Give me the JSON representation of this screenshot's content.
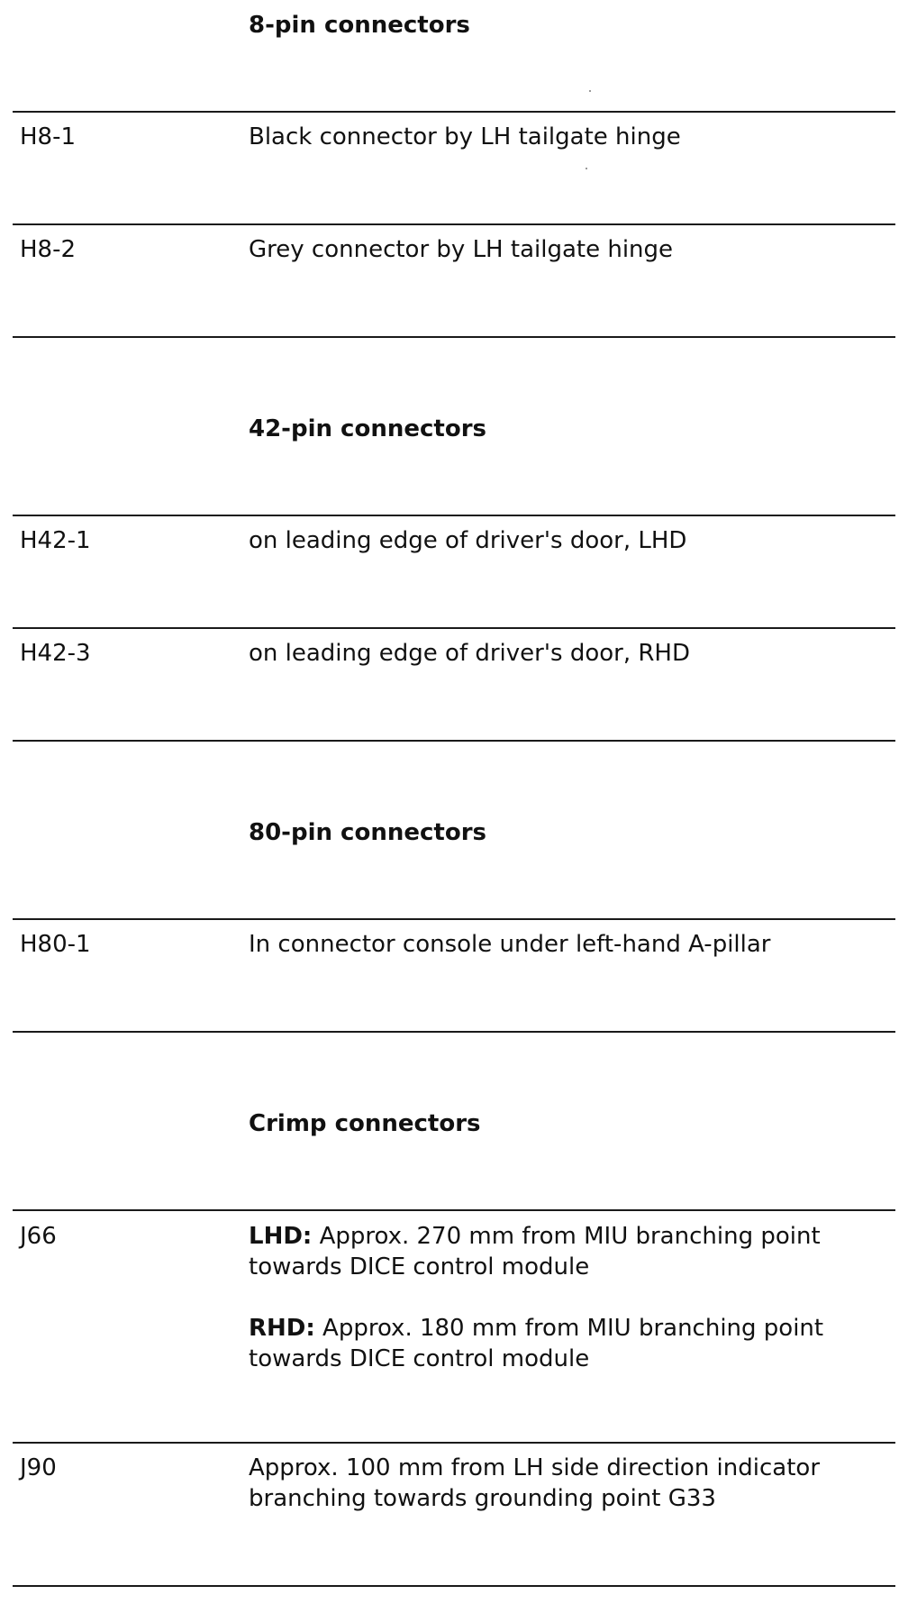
{
  "sections": [
    {
      "title": "8-pin connectors",
      "rows": [
        {
          "code": "H8-1",
          "description": "Black connector by LH tailgate hinge"
        },
        {
          "code": "H8-2",
          "description": "Grey connector by LH tailgate hinge"
        }
      ]
    },
    {
      "title": "42-pin connectors",
      "rows": [
        {
          "code": "H42-1",
          "description": "on leading edge of driver's door, LHD"
        },
        {
          "code": "H42-3",
          "description": "on leading edge of driver's door, RHD"
        }
      ]
    },
    {
      "title": "80-pin connectors",
      "rows": [
        {
          "code": "H80-1",
          "description": "In connector console under left-hand A-pillar"
        }
      ]
    },
    {
      "title": "Crimp connectors",
      "rows": [
        {
          "code": "J66",
          "lhd_label": "LHD:",
          "lhd_text": "Approx. 270 mm from MIU branching point towards DICE control module",
          "rhd_label": "RHD:",
          "rhd_text": "Approx. 180 mm from MIU branching point towards DICE control module"
        },
        {
          "code": "J90",
          "description": "Approx. 100 mm from LH side direction indicator branching towards grounding point G33"
        }
      ]
    }
  ]
}
